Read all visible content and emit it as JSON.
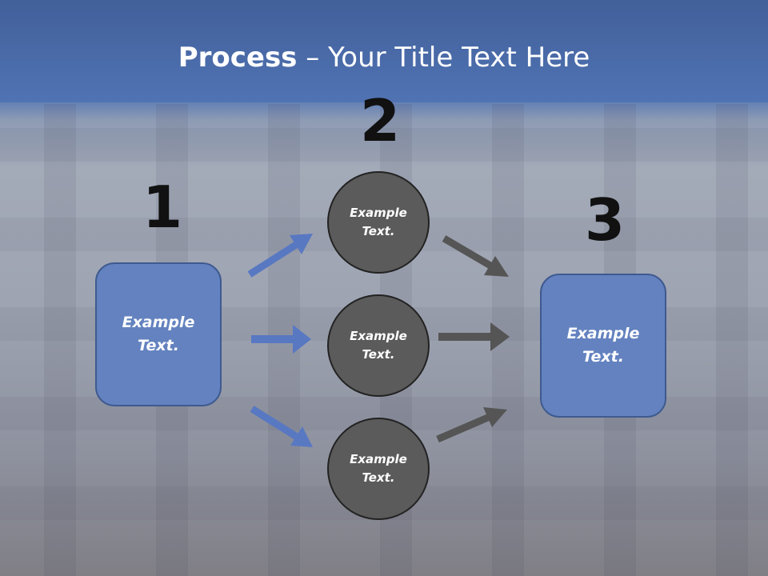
{
  "title": {
    "bold": "Process",
    "rest": " – Your Title Text Here"
  },
  "steps": [
    {
      "number": "1",
      "text": "Example Text."
    },
    {
      "number": "2",
      "texts": [
        "Example Text.",
        "Example Text.",
        "Example Text."
      ]
    },
    {
      "number": "3",
      "text": "Example Text."
    }
  ],
  "colors": {
    "box": "#6382bf",
    "circle": "#5b5b5b",
    "blue_arrow": "#5878c2",
    "gray_arrow": "#555555",
    "title_band": "#4a6aa8"
  }
}
